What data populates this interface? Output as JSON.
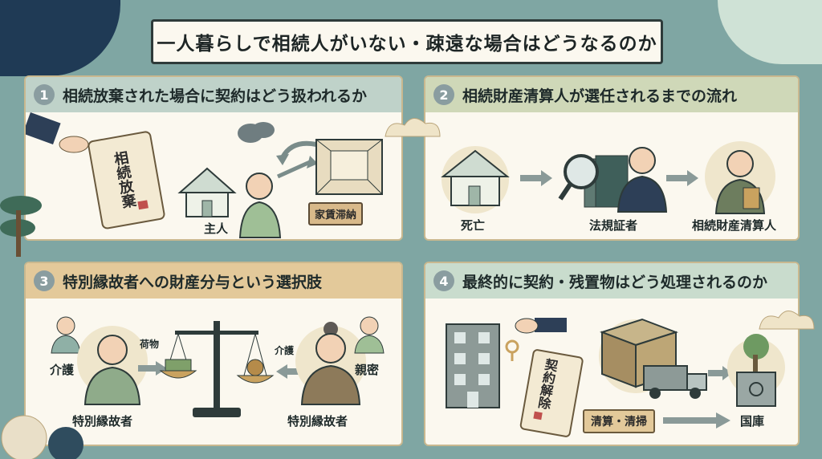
{
  "title": "一人暮らしで相続人がいない・疎遠な場合はどうなるのか",
  "panels": [
    {
      "num": "1",
      "heading": "相続放棄された場合に契約はどう扱われるか",
      "scroll_text": "相続放棄",
      "owner_label": "主人",
      "sign_label": "家賃滞納"
    },
    {
      "num": "2",
      "heading": "相続財産清算人が選任されるまでの流れ",
      "steps": [
        "死亡",
        "法規証者",
        "相続財産清算人"
      ]
    },
    {
      "num": "3",
      "heading": "特別縁故者への財産分与という選択肢",
      "left_tag": "介護",
      "left_goods": "荷物",
      "left_person": "特別縁故者",
      "right_tag": "介護",
      "right_relation": "親密",
      "right_person": "特別縁故者"
    },
    {
      "num": "4",
      "heading": "最終的に契約・残置物はどう処理されるのか",
      "scroll_text": "契約解除",
      "clean_label": "清算・清掃",
      "treasury_label": "国庫"
    }
  ]
}
